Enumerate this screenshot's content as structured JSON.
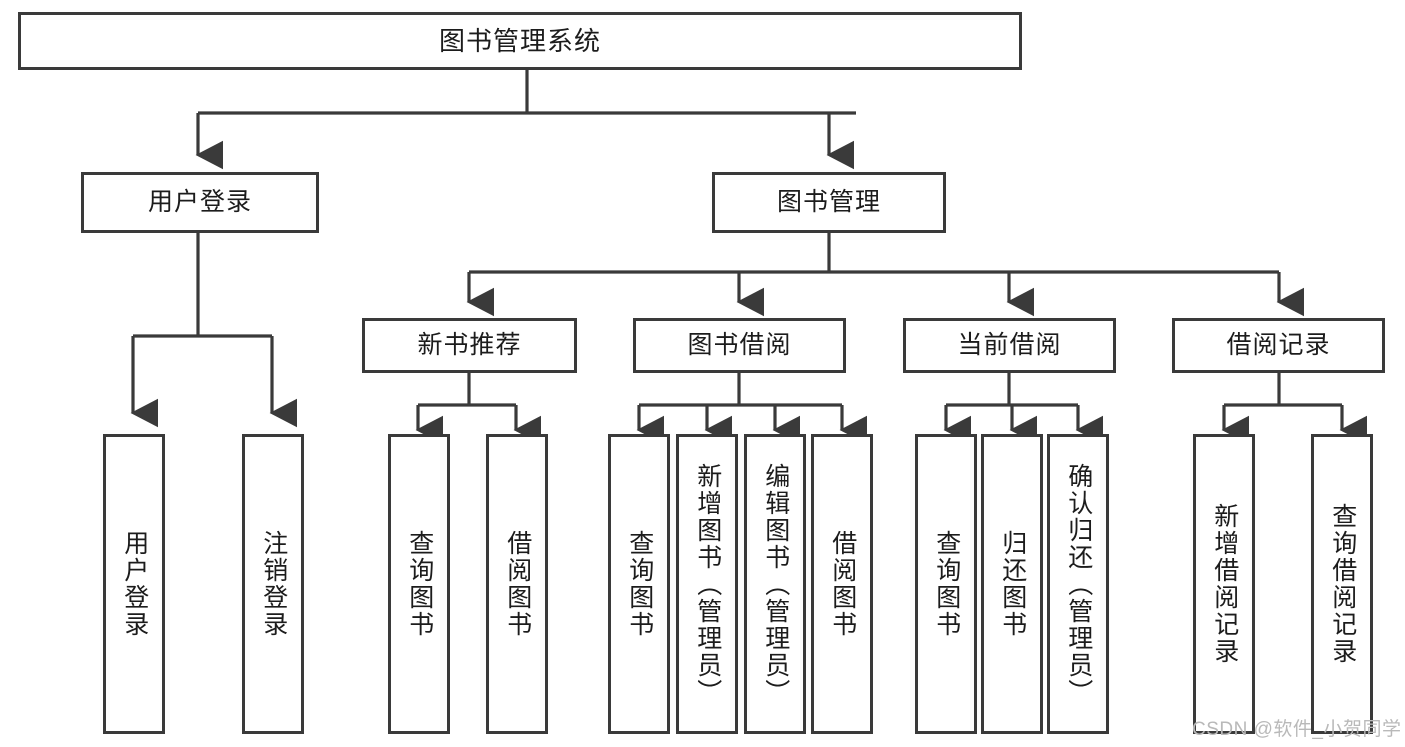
{
  "diagram": {
    "title": "图书管理系统",
    "type": "tree-hierarchy",
    "colors": {
      "stroke": "#3a3a3a",
      "fill": "#ffffff",
      "text": "#1c1c1c",
      "watermark": "#b9b9b9"
    }
  },
  "nodes": {
    "root": {
      "label": "图书管理系统"
    },
    "level2": [
      {
        "label": "用户登录"
      },
      {
        "label": "图书管理"
      }
    ],
    "level3": [
      {
        "label": "新书推荐"
      },
      {
        "label": "图书借阅"
      },
      {
        "label": "当前借阅"
      },
      {
        "label": "借阅记录"
      }
    ],
    "leaves": {
      "user_login": [
        {
          "label": "用户登录"
        },
        {
          "label": "注销登录"
        }
      ],
      "new_book_recommend": [
        {
          "label": "查询图书"
        },
        {
          "label": "借阅图书"
        }
      ],
      "book_borrow": [
        {
          "label": "查询图书"
        },
        {
          "label": "新增图书（管理员）"
        },
        {
          "label": "编辑图书（管理员）"
        },
        {
          "label": "借阅图书"
        }
      ],
      "current_borrow": [
        {
          "label": "查询图书"
        },
        {
          "label": "归还图书"
        },
        {
          "label": "确认归还（管理员）"
        }
      ],
      "borrow_record": [
        {
          "label": "新增借阅记录"
        },
        {
          "label": "查询借阅记录"
        }
      ]
    }
  },
  "watermark": {
    "text": "CSDN @软件_小贺同学"
  }
}
